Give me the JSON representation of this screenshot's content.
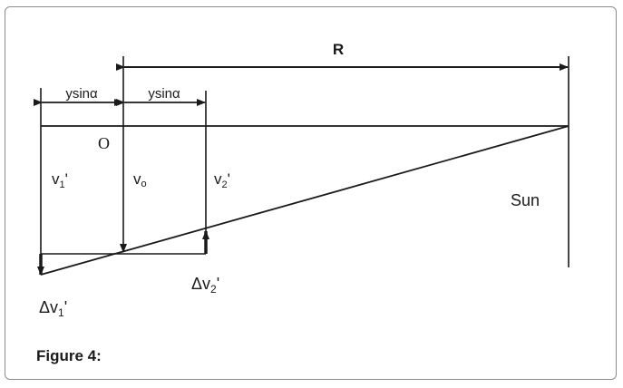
{
  "figure": {
    "caption": "Figure 4:",
    "labels": {
      "R": "R",
      "ysina_left": "ysinα",
      "ysina_right": "ysinα",
      "origin": "O",
      "v1": "v",
      "v1_sub": "1",
      "v1_prime": "'",
      "vo": "v",
      "vo_sub": "o",
      "v2": "v",
      "v2_sub": "2",
      "v2_prime": "'",
      "sun": "Sun",
      "dv1": "Δv",
      "dv1_sub": "1",
      "dv1_prime": "'",
      "dv2": "Δv",
      "dv2_sub": "2",
      "dv2_prime": "'"
    },
    "colors": {
      "line": "#1a1a1a",
      "border": "#8c8c8c"
    }
  }
}
